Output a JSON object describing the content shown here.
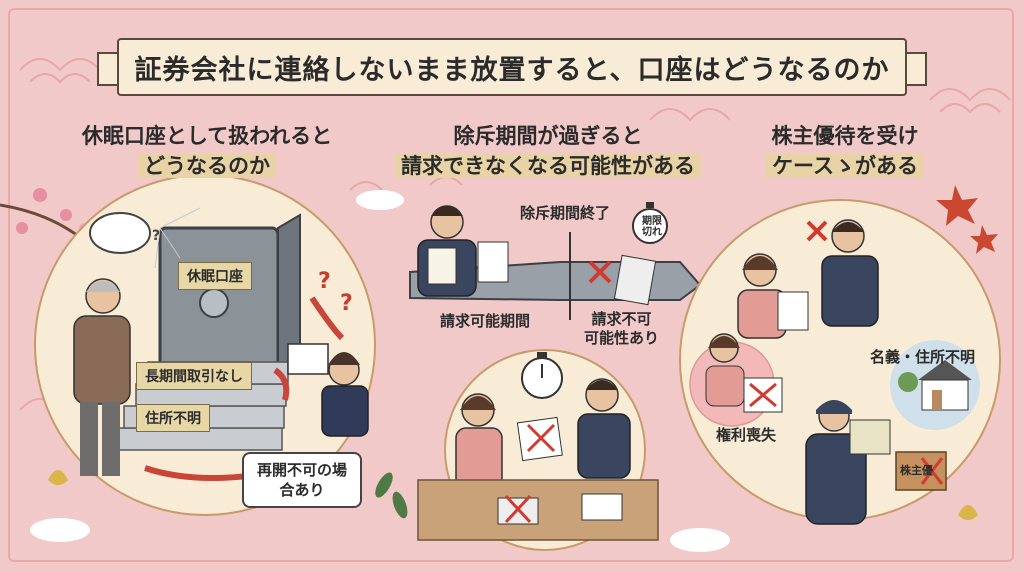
{
  "title": "証券会社に連絡しないまま放置すると、口座はどうなるのか",
  "panels": {
    "left": {
      "heading_line1": "休眠口座として扱われると",
      "heading_line2": "どうなるのか",
      "safe_label": "休眠口座",
      "step_long": "長期間取引なし",
      "step_address": "住所不明",
      "bubble": "再開不可の場合あり"
    },
    "middle": {
      "heading_line1": "除斥期間が過ぎると",
      "heading_line2": "請求できなくなる可能性がある",
      "deadline_label": "除斥期間終了",
      "stamp": "期限切れ",
      "claim_ok": "請求可能期間",
      "claim_ng_line1": "請求不可",
      "claim_ng_line2": "可能性あり"
    },
    "right": {
      "heading_line1": "株主優待を受け",
      "heading_line2": "ケースゝがある",
      "name_address": "名義・住所不明",
      "lost_rights": "権利喪失",
      "box_label": "株主優"
    }
  },
  "colors": {
    "background": "#f2c9c9",
    "banner": "#f8ecd6",
    "highlight": "#e8d3a6",
    "red_mark": "#d23a30",
    "suit": "#3a4660"
  }
}
